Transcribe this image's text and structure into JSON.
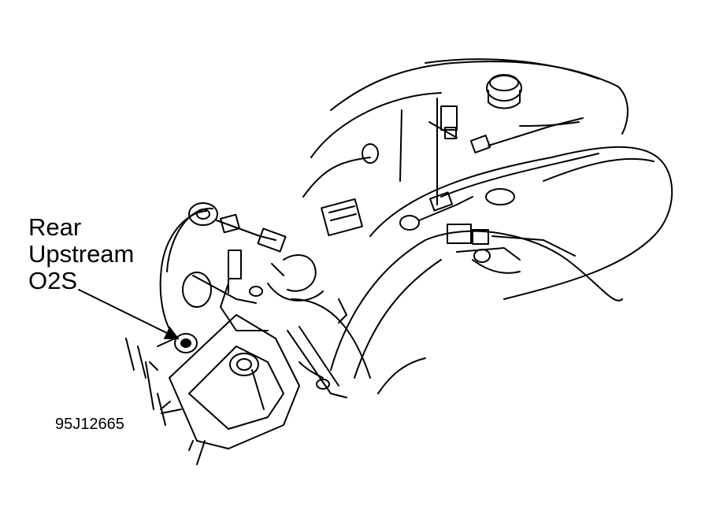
{
  "callout": {
    "lines": [
      "Rear",
      "Upstream",
      "O2S"
    ]
  },
  "figure_code": "95J12665",
  "colors": {
    "ink": "#000000",
    "paper": "#ffffff"
  },
  "icons": {
    "leader": "leader-line-arrow",
    "sensor": "oxygen-sensor-icon"
  }
}
